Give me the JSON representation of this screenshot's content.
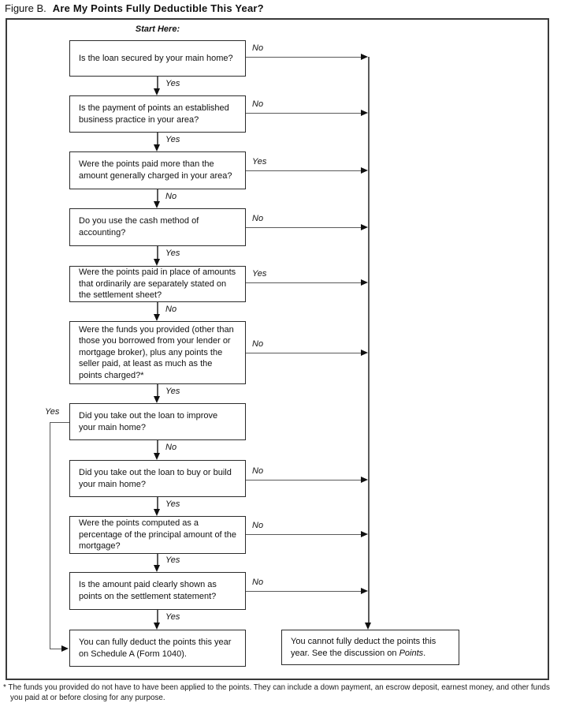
{
  "title": {
    "prefix": "Figure B.",
    "text": "Are My Points Fully Deductible This Year?"
  },
  "start_label": "Start Here:",
  "flow": {
    "nodes": [
      {
        "text": "Is the loan secured by your main home?",
        "side_label": "No",
        "down_label": "Yes"
      },
      {
        "text": "Is the payment of points an established business practice in your area?",
        "side_label": "No",
        "down_label": "Yes"
      },
      {
        "text": "Were the points paid more than the amount generally charged in your area?",
        "side_label": "Yes",
        "down_label": "No"
      },
      {
        "text": "Do you use the cash method of accounting?",
        "side_label": "No",
        "down_label": "Yes"
      },
      {
        "text": "Were the points paid in place of amounts that ordinarily are separately stated on the settlement sheet?",
        "side_label": "Yes",
        "down_label": "No"
      },
      {
        "text": "Were the funds you provided (other than those you borrowed from your lender or mortgage broker), plus any points the seller paid, at least as much as the points charged?*",
        "side_label": "No",
        "down_label": "Yes"
      },
      {
        "text": "Did you take out the loan to improve your main home?",
        "side_label": "Yes",
        "down_label": "No"
      },
      {
        "text": "Did you take out the loan to buy or build your main home?",
        "side_label": "No",
        "down_label": "Yes"
      },
      {
        "text": "Were the points computed as a percentage of the principal amount of the mortgage?",
        "side_label": "No",
        "down_label": "Yes"
      },
      {
        "text": "Is the amount paid clearly shown as points on the settlement statement?",
        "side_label": "No",
        "down_label": "Yes"
      }
    ],
    "terminals": {
      "deduct": "You can fully deduct the points this year on Schedule A (Form 1040).",
      "no_deduct_prefix": "You cannot fully deduct the points this year. See the discussion on ",
      "no_deduct_italic": "Points",
      "no_deduct_suffix": "."
    }
  },
  "footnote": "* The funds you provided do not have to have been applied to the points. They can include a down payment, an escrow deposit, earnest money, and other funds you paid at or before closing for any purpose."
}
